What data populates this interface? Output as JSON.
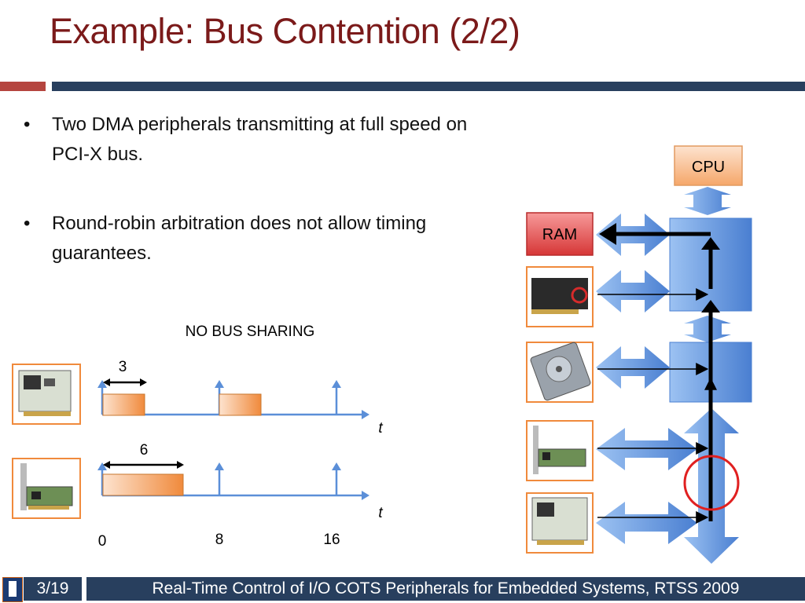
{
  "slide": {
    "title": "Example: Bus Contention (2/2)",
    "bullets": [
      "Two DMA peripherals transmitting at full speed on PCI-X bus.",
      "Round-robin arbitration does not allow timing guarantees."
    ]
  },
  "timing": {
    "heading": "NO BUS SHARING",
    "axis_label": "t",
    "tick_labels": [
      "0",
      "8",
      "16"
    ],
    "row1_span_label": "3",
    "row2_span_label": "6"
  },
  "bus_diagram": {
    "cpu_label": "CPU",
    "ram_label": "RAM"
  },
  "footer": {
    "page": "3/19",
    "text": "Real-Time Control of I/O COTS Peripherals for Embedded Systems, RTSS 2009"
  },
  "colors": {
    "title": "#7b1a1a",
    "header_bar": "#283f5e",
    "accent_red": "#b5453f",
    "block_orange": "#f2a061",
    "bus_blue": "#5b8fd8",
    "highlight_circle": "#e02020"
  }
}
